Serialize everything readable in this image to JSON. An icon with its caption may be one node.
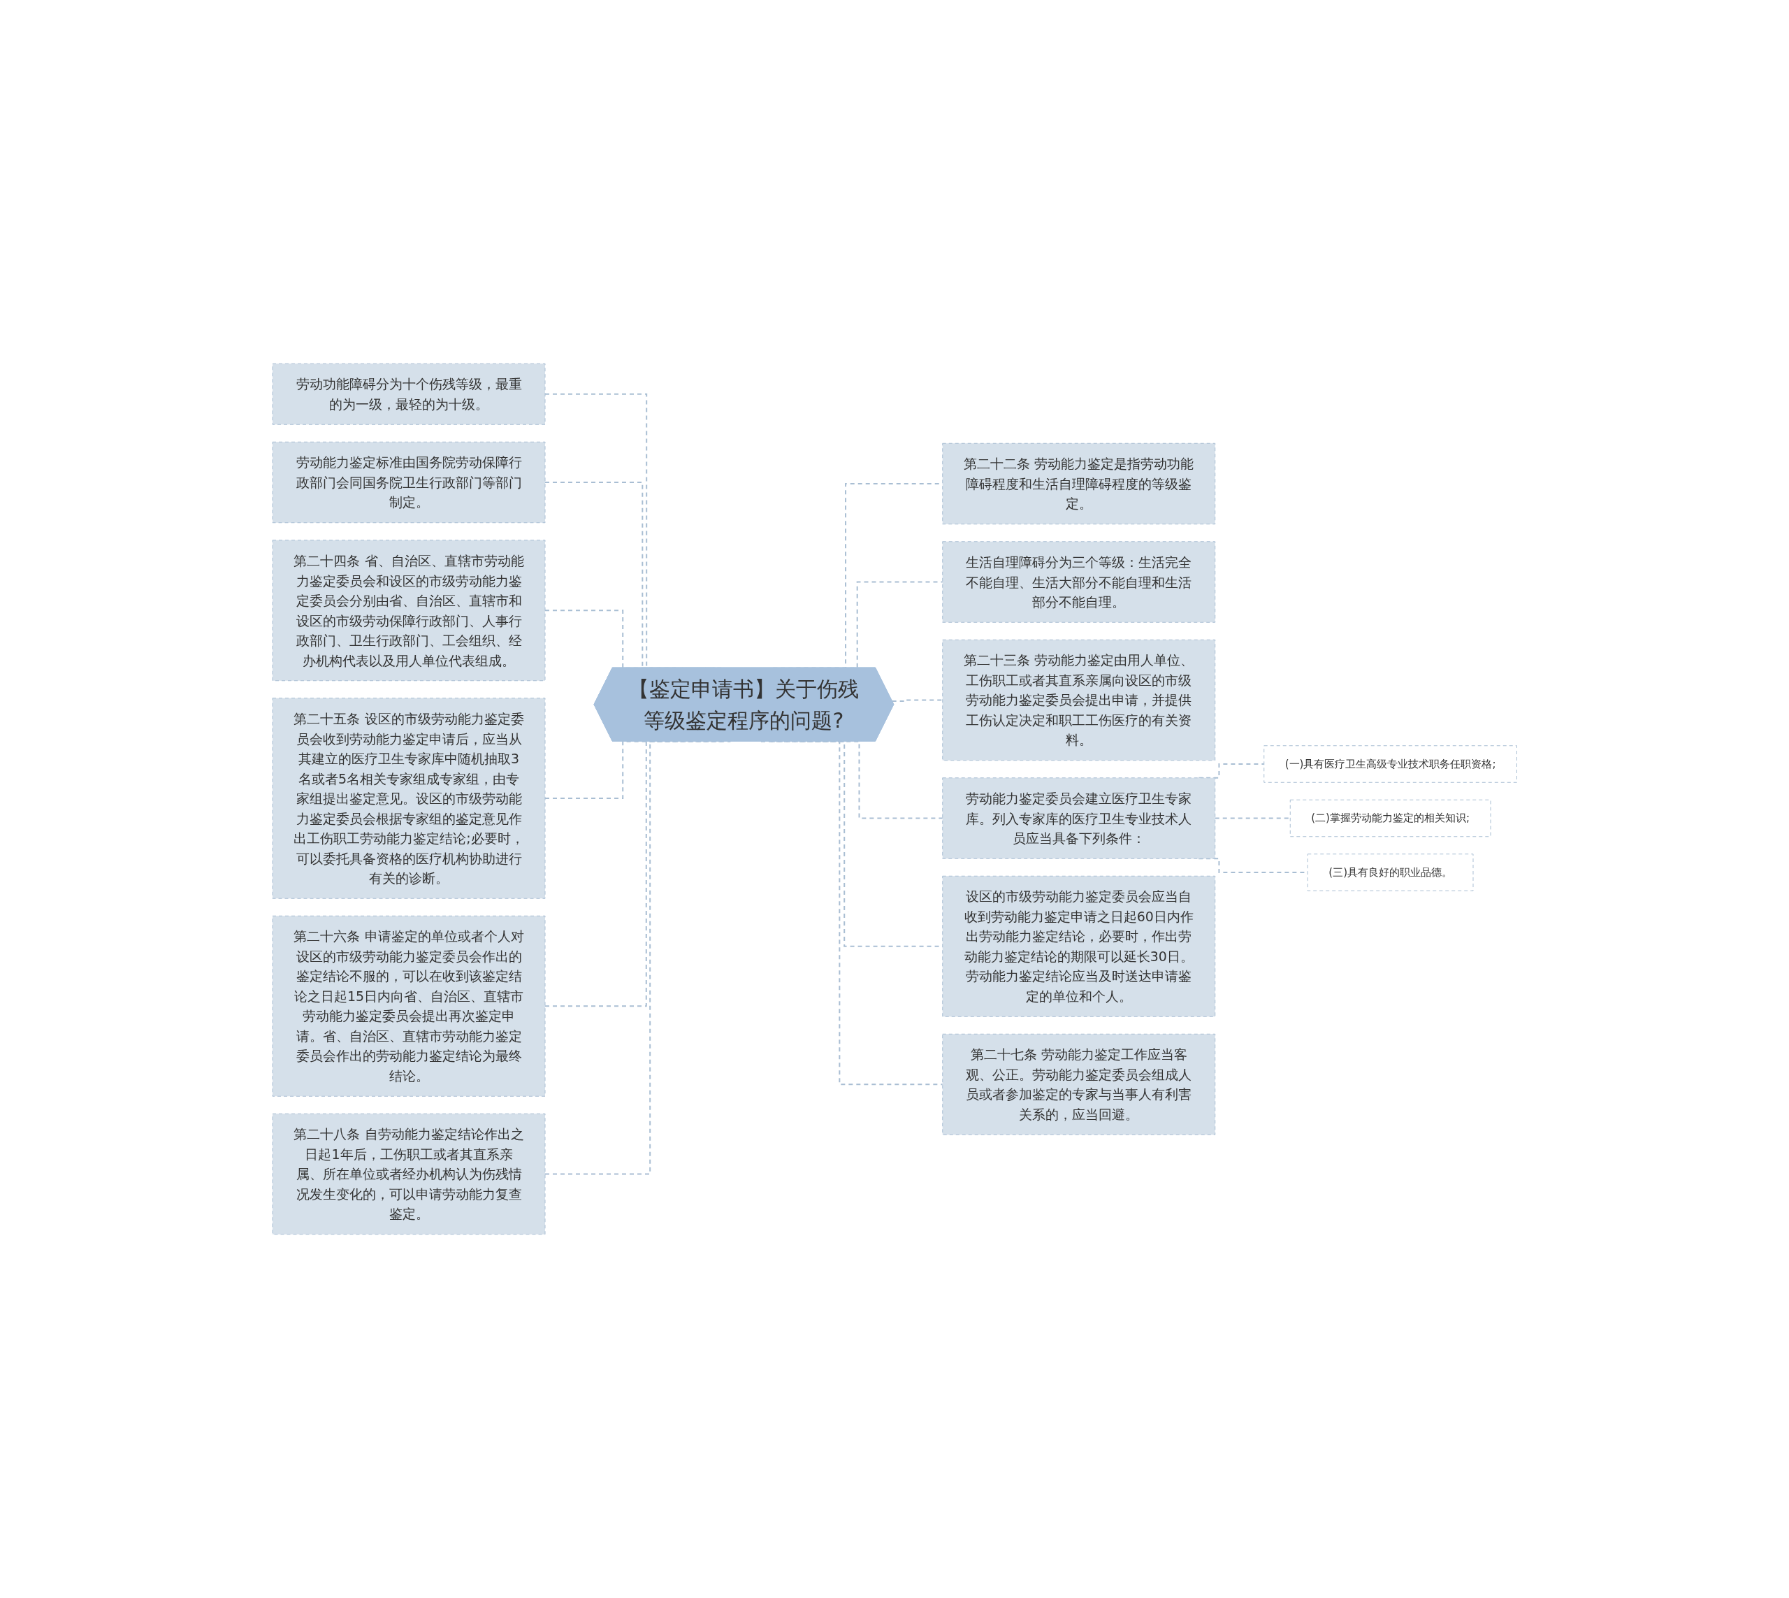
{
  "diagram": {
    "nodes": [
      {
        "text": [
          "【鉴定申请书】关于伤残等级鉴定程序的问题?"
        ]
      },
      {
        "text": [
          "劳动功能障碍分为十个伤残等级，最重的为一级，最轻的为十级。"
        ]
      },
      {
        "text": [
          "劳动能力鉴定标准由国务院劳动保障行政部门会同国务院卫生行政部门等部门制定。"
        ]
      },
      {
        "text": [
          "第二十四条 省、自治区、直辖市劳动能力鉴定委员会和设区的市级劳动能力鉴定委员会分别由省、自治区、直辖市和设区的市级劳动保障行政部门、人事行政部门、卫生行政部门、工会组织、经办机构代表以及用人单位代表组成。"
        ]
      },
      {
        "text": [
          "第二十五条 设区的市级劳动能力鉴定委员会收到劳动能力鉴定申请后，应当从其建立的医疗卫生专家库中随机抽取3名或者5名相关专家组成专家组，由专家组提出鉴定意见。设区的市级劳动能力鉴定委员会根据专家组的鉴定意见作出工伤职工劳动能力鉴定结论;必要时，可以委托具备资格的医疗机构协助进行有关的诊断。"
        ]
      },
      {
        "text": [
          "第二十六条 申请鉴定的单位或者个人对设区的市级劳动能力鉴定委员会作出的鉴定结论不服的，可以在收到该鉴定结论之日起15日内向省、自治区、直辖市劳动能力鉴定委员会提出再次鉴定申请。省、自治区、直辖市劳动能力鉴定委员会作出的劳动能力鉴定结论为最终结论。"
        ]
      },
      {
        "text": [
          "第二十八条 自劳动能力鉴定结论作出之日起1年后，工伤职工或者其直系亲属、所在单位或者经办机构认为伤残情况发生变化的，可以申请劳动能力复查鉴定。"
        ]
      },
      {
        "text": [
          "第二十二条 劳动能力鉴定是指劳动功能障碍程度和生活自理障碍程度的等级鉴定。"
        ]
      },
      {
        "text": [
          "生活自理障碍分为三个等级：生活完全不能自理、生活大部分不能自理和生活部分不能自理。"
        ]
      },
      {
        "text": [
          "第二十三条 劳动能力鉴定由用人单位、工伤职工或者其直系亲属向设区的市级劳动能力鉴定委员会提出申请，并提供工伤认定决定和职工工伤医疗的有关资料。"
        ]
      },
      {
        "text": [
          "劳动能力鉴定委员会建立医疗卫生专家库。列入专家库的医疗卫生专业技术人员应当具备下列条件："
        ]
      },
      {
        "text": [
          "(一)具有医疗卫生高级专业技术职务任职资格;"
        ]
      },
      {
        "text": [
          "(二)掌握劳动能力鉴定的相关知识;"
        ]
      },
      {
        "text": [
          "(三)具有良好的职业品德。"
        ]
      },
      {
        "text": [
          "设区的市级劳动能力鉴定委员会应当自收到劳动能力鉴定申请之日起60日内作出劳动能力鉴定结论，必要时，作出劳动能力鉴定结论的期限可以延长30日。劳动能力鉴定结论应当及时送达申请鉴定的单位和个人。"
        ]
      },
      {
        "text": [
          "第二十七条 劳动能力鉴定工作应当客观、公正。劳动能力鉴定委员会组成人员或者参加鉴定的专家与当事人有利害关系的，应当回避。"
        ]
      }
    ],
    "edges": [
      {
        "from": 1,
        "to": 0,
        "arrow": "none",
        "style": "dashed"
      },
      {
        "from": 2,
        "to": 0,
        "arrow": "none",
        "style": "dashed"
      },
      {
        "from": 3,
        "to": 0,
        "arrow": "none",
        "style": "dashed"
      },
      {
        "from": 4,
        "to": 0,
        "arrow": "none",
        "style": "dashed"
      },
      {
        "from": 5,
        "to": 0,
        "arrow": "none",
        "style": "dashed"
      },
      {
        "from": 6,
        "to": 0,
        "arrow": "none",
        "style": "dashed"
      },
      {
        "from": 0,
        "to": 7,
        "arrow": "none",
        "style": "dashed"
      },
      {
        "from": 0,
        "to": 8,
        "arrow": "none",
        "style": "dashed"
      },
      {
        "from": 0,
        "to": 9,
        "arrow": "none",
        "style": "dashed"
      },
      {
        "from": 0,
        "to": 10,
        "arrow": "none",
        "style": "dashed"
      },
      {
        "from": 10,
        "to": 11,
        "arrow": "none",
        "style": "dashed"
      },
      {
        "from": 10,
        "to": 12,
        "arrow": "none",
        "style": "dashed"
      },
      {
        "from": 10,
        "to": 13,
        "arrow": "none",
        "style": "dashed"
      },
      {
        "from": 0,
        "to": 14,
        "arrow": "none",
        "style": "dashed"
      },
      {
        "from": 0,
        "to": 15,
        "arrow": "none",
        "style": "dashed"
      }
    ]
  }
}
